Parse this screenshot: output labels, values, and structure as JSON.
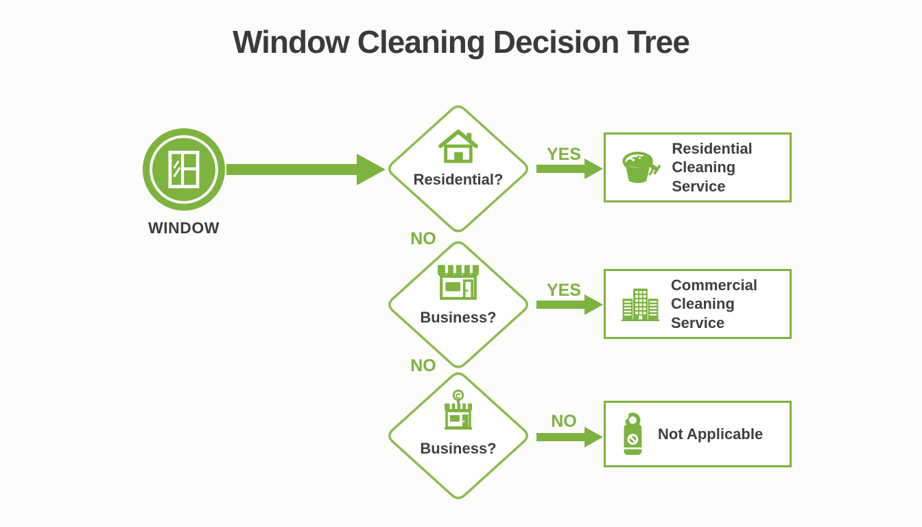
{
  "title": "Window Cleaning Decision Tree",
  "colors": {
    "accent_green": "#7db33f",
    "dark_text": "#3b3b3b",
    "background": "#fcfcfb",
    "node_fill": "#ffffff"
  },
  "start": {
    "label": "WINDOW",
    "icon": "window-icon"
  },
  "decisions": [
    {
      "question": "Residential?",
      "icon": "house-icon",
      "no_label": "NO"
    },
    {
      "question": "Business?",
      "icon": "storefront-icon",
      "no_label": "NO"
    },
    {
      "question": "Business?",
      "icon": "shop-icon"
    }
  ],
  "outcomes": [
    {
      "arrow_label": "YES",
      "line1": "Residential",
      "line2": "Cleaning Service",
      "icon": "bucket-squeegee-icon"
    },
    {
      "arrow_label": "YES",
      "line1": "Commercial",
      "line2": "Cleaning Service",
      "icon": "building-icon"
    },
    {
      "arrow_label": "NO",
      "line1": "Not Applicable",
      "line2": "",
      "icon": "door-hanger-icon"
    }
  ]
}
